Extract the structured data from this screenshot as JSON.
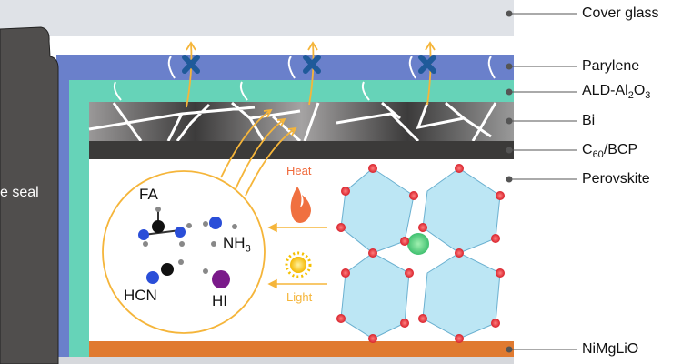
{
  "layers": {
    "cover_glass": "Cover glass",
    "parylene": "Parylene",
    "ald_prefix": "ALD-Al",
    "ald_sub1": "2",
    "ald_mid": "O",
    "ald_sub2": "3",
    "bi": "Bi",
    "c60_prefix": "C",
    "c60_sub": "60",
    "c60_suffix": "/BCP",
    "perovskite": "Perovskite",
    "nimglio": "NiMgLiO"
  },
  "edge_seal": "e seal",
  "molecules": {
    "fa": "FA",
    "nh3_prefix": "NH",
    "nh3_sub": "3",
    "hcn": "HCN",
    "hi": "HI"
  },
  "stimuli": {
    "heat": "Heat",
    "light": "Light"
  },
  "colors": {
    "cover_glass": "#dfe2e7",
    "parylene": "#6a80cb",
    "ald": "#66d3b8",
    "c60": "#3b3a39",
    "nimglio": "#e07a30",
    "seal": "#504e4d",
    "arrow": "#f5b53a",
    "block": "#1f5a9a"
  }
}
